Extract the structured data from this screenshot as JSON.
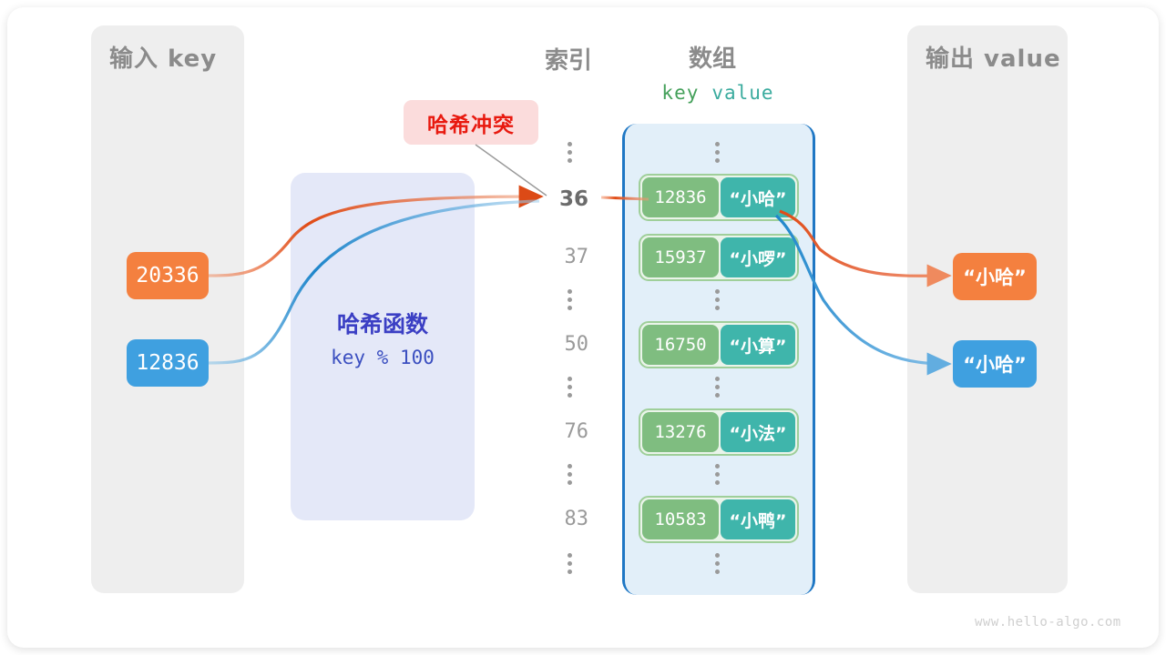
{
  "frame": {
    "watermark": "www.hello-algo.com"
  },
  "input_panel": {
    "title": "输入 key",
    "keys": [
      {
        "name": "key-orange",
        "value": "20336",
        "color": "#f4803f"
      },
      {
        "name": "key-blue",
        "value": "12836",
        "color": "#3fa0e0"
      }
    ]
  },
  "hash_function": {
    "title": "哈希函数",
    "formula": "key % 100",
    "box_color": "#e4e8f8",
    "text_color": "#3b3fc4"
  },
  "collision": {
    "label": "哈希冲突",
    "text_color": "#e8190f",
    "bg_color": "#fbdcdc"
  },
  "index_column": {
    "header": "索引",
    "items": [
      {
        "type": "dots"
      },
      {
        "type": "index",
        "label": "36",
        "highlight": true
      },
      {
        "type": "index",
        "label": "37",
        "highlight": false
      },
      {
        "type": "dots"
      },
      {
        "type": "index",
        "label": "50",
        "highlight": false
      },
      {
        "type": "dots"
      },
      {
        "type": "index",
        "label": "76",
        "highlight": false
      },
      {
        "type": "dots"
      },
      {
        "type": "index",
        "label": "83",
        "highlight": false
      },
      {
        "type": "dots"
      }
    ]
  },
  "array": {
    "header": "数组",
    "column_headers": {
      "key": "key",
      "value": "value"
    },
    "key_color": "#7fbd80",
    "value_color": "#3fb5ab",
    "container_color": "#e2eff9",
    "border_color": "#1f77c4",
    "rows": [
      {
        "type": "dots"
      },
      {
        "type": "entry",
        "key": "12836",
        "value": "“小哈”"
      },
      {
        "type": "entry",
        "key": "15937",
        "value": "“小啰”"
      },
      {
        "type": "dots"
      },
      {
        "type": "entry",
        "key": "16750",
        "value": "“小算”"
      },
      {
        "type": "dots"
      },
      {
        "type": "entry",
        "key": "13276",
        "value": "“小法”"
      },
      {
        "type": "dots"
      },
      {
        "type": "entry",
        "key": "10583",
        "value": "“小鸭”"
      },
      {
        "type": "dots"
      }
    ]
  },
  "output_panel": {
    "title": "输出 value",
    "values": [
      {
        "name": "value-orange",
        "value": "“小哈”",
        "color": "#f4803f"
      },
      {
        "name": "value-blue",
        "value": "“小哈”",
        "color": "#3fa0e0"
      }
    ]
  }
}
